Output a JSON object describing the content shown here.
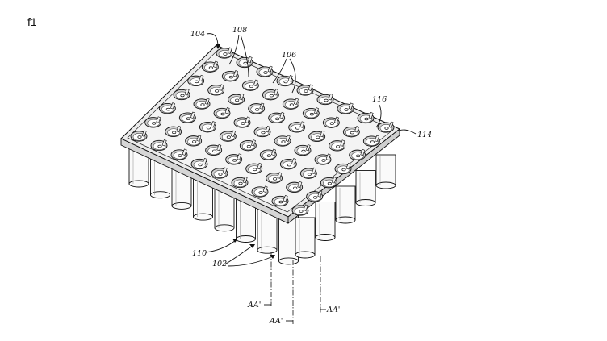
{
  "figure": {
    "tag": "f1",
    "refs": {
      "r104": "104",
      "r108": "108",
      "r106": "106",
      "r116": "116",
      "r114": "114",
      "r110": "110",
      "r102": "102",
      "aa1": "AA'",
      "aa2": "AA'",
      "aa3": "AA'"
    },
    "cell_grid": {
      "columns": 9,
      "rows": 7
    }
  }
}
